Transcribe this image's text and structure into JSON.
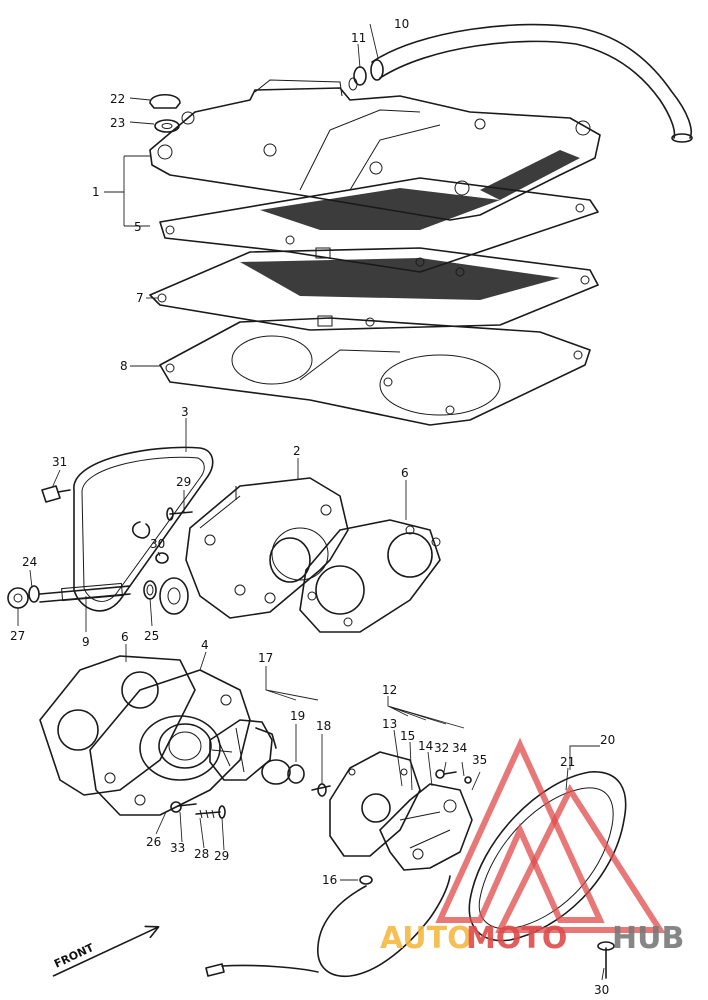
{
  "callouts": [
    {
      "id": "c10",
      "text": "10"
    },
    {
      "id": "c11",
      "text": "11"
    },
    {
      "id": "c22",
      "text": "22"
    },
    {
      "id": "c23",
      "text": "23"
    },
    {
      "id": "c1",
      "text": "1"
    },
    {
      "id": "c5",
      "text": "5"
    },
    {
      "id": "c7",
      "text": "7"
    },
    {
      "id": "c8",
      "text": "8"
    },
    {
      "id": "c3",
      "text": "3"
    },
    {
      "id": "c2",
      "text": "2"
    },
    {
      "id": "c6a",
      "text": "6"
    },
    {
      "id": "c31",
      "text": "31"
    },
    {
      "id": "c29a",
      "text": "29"
    },
    {
      "id": "c30a",
      "text": "30"
    },
    {
      "id": "c24",
      "text": "24"
    },
    {
      "id": "c27",
      "text": "27"
    },
    {
      "id": "c9",
      "text": "9"
    },
    {
      "id": "c25",
      "text": "25"
    },
    {
      "id": "c6b",
      "text": "6"
    },
    {
      "id": "c4",
      "text": "4"
    },
    {
      "id": "c17",
      "text": "17"
    },
    {
      "id": "c19",
      "text": "19"
    },
    {
      "id": "c18",
      "text": "18"
    },
    {
      "id": "c12",
      "text": "12"
    },
    {
      "id": "c13",
      "text": "13"
    },
    {
      "id": "c15",
      "text": "15"
    },
    {
      "id": "c14",
      "text": "14"
    },
    {
      "id": "c32",
      "text": "32"
    },
    {
      "id": "c34",
      "text": "34"
    },
    {
      "id": "c35",
      "text": "35"
    },
    {
      "id": "c20",
      "text": "20"
    },
    {
      "id": "c21",
      "text": "21"
    },
    {
      "id": "c26",
      "text": "26"
    },
    {
      "id": "c33",
      "text": "33"
    },
    {
      "id": "c28",
      "text": "28"
    },
    {
      "id": "c29b",
      "text": "29"
    },
    {
      "id": "c16",
      "text": "16"
    },
    {
      "id": "c30b",
      "text": "30"
    }
  ],
  "front_label": "FRONT",
  "watermark": {
    "text_a": "AUTO",
    "text_b": "MOTO",
    "text_c": "HUB",
    "color_a": "#f5b942",
    "color_b": "#e04b4b",
    "color_c": "#7a7a7a"
  }
}
